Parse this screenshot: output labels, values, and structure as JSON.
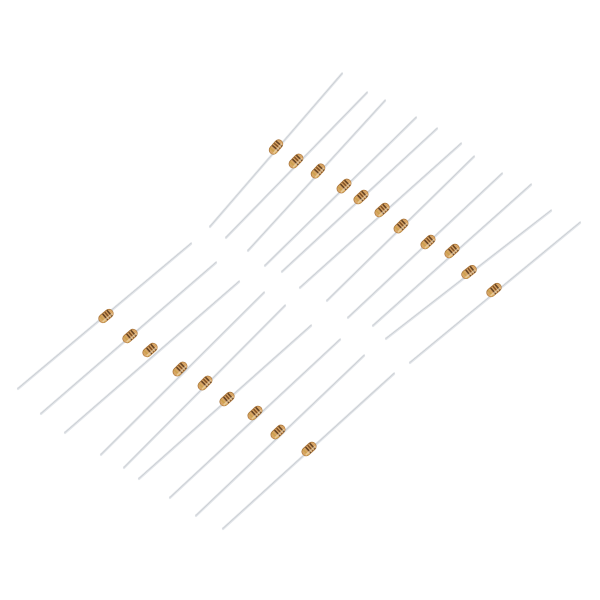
{
  "photo": {
    "subject": "",
    "background_color": "#ffffff",
    "component_count": 20,
    "groups": [
      {
        "name": "upper-group",
        "count": 11
      },
      {
        "name": "lower-group",
        "count": 9
      }
    ],
    "colors": {
      "lead_wire": "#c9cdd2",
      "lead_highlight": "#f2f4f6",
      "body_base": "#d8a565",
      "body_shadow": "#a26d33",
      "band_dark": "#5a3a1e",
      "band_gold": "#caa24a",
      "band_brown": "#7b4a20"
    }
  }
}
